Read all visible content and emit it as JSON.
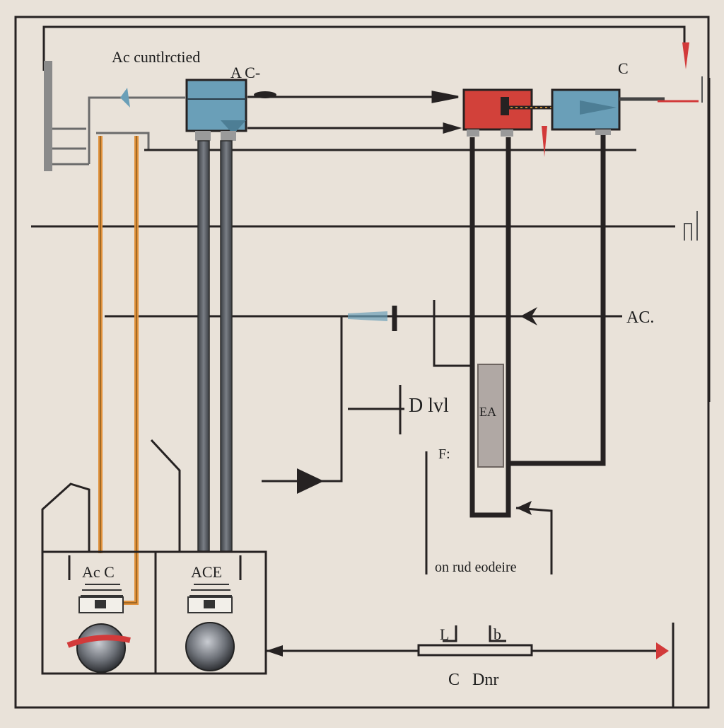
{
  "labels": {
    "top_title": "Ac cuntlrctied",
    "top_ac": "A C-",
    "top_right_c": "C",
    "right_ac": "AC.",
    "mid_dlvl": "D lvl",
    "mid_ea": "EA",
    "mid_f": "F:",
    "bottom_note": "on rud eodeire",
    "unit_left_label": "Ac C",
    "unit_right_label": "ACE",
    "bottom_l": "L",
    "bottom_b": "b",
    "bottom_c": "C",
    "bottom_d": "Dnr"
  },
  "colors": {
    "background": "#e9e2d9",
    "line": "#262222",
    "blue_box": "#6a9fb8",
    "red_box": "#d2413a",
    "orange_wire": "#e0913c",
    "grey_pipe": "#4e5258",
    "arrow_red": "#d23a3a"
  }
}
